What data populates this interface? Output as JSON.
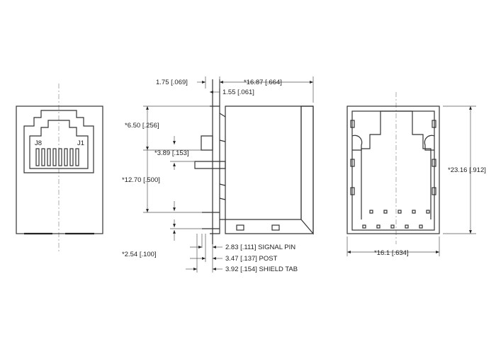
{
  "labels": {
    "j8": "J8",
    "j1": "J1",
    "dim_tab_thickness": "1.75 [.069]",
    "dim_depth": "*16.87 [.664]",
    "dim_pin_offset": "1.55 [.061]",
    "dim_height_top": "*6.50 [.256]",
    "dim_post_gap": "*3.89 [.153]",
    "dim_pin_height": "*12.70 [.500]",
    "dim_pin_pitch": "*2.54 [.100]",
    "dim_signal_pin": "2.83 [.111] SIGNAL PIN",
    "dim_post": "3.47 [.137] POST",
    "dim_shield_tab": "3.92 [.154] SHIELD TAB",
    "dim_overall_height": "*23.16 [.912]",
    "dim_width": "*16.1 [.634]"
  }
}
